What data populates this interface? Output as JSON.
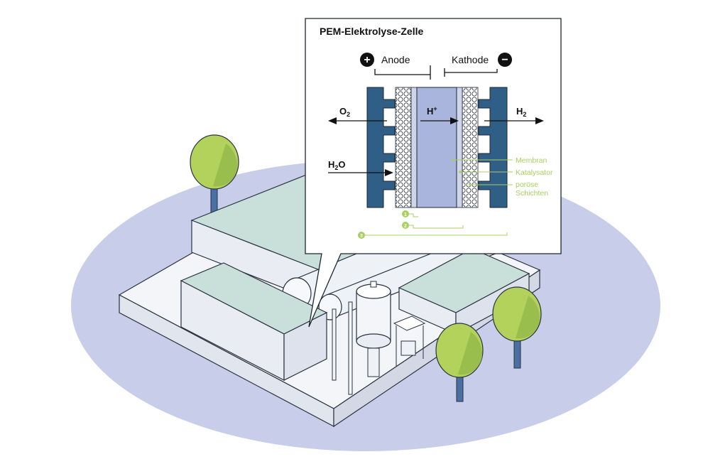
{
  "title": "PEM-Elektrolyse-Zelle",
  "electrodes": {
    "anode": {
      "sign": "+",
      "label": "Anode"
    },
    "cathode": {
      "sign": "−",
      "label": "Kathode"
    }
  },
  "species": {
    "oxygen": {
      "main": "O",
      "sub": "2"
    },
    "proton": {
      "main": "H",
      "sup": "+"
    },
    "hydrogen": {
      "main": "H",
      "sub": "2"
    },
    "water": {
      "main": "H",
      "sub": "2",
      "tail": "O"
    }
  },
  "legend": {
    "membrane": "Membran",
    "catalyst": "Katalysator",
    "porous_1": "poröse",
    "porous_2": "Schichten"
  },
  "markers": [
    "1",
    "2",
    "3"
  ],
  "colors": {
    "plate": "#2f5f86",
    "membrane": "#a9b5dc",
    "legend": "#a9cf5f",
    "ground": "#c8cdea",
    "tree": "#b2d25c",
    "building": "#e9edf3",
    "roof": "#c9dfd9"
  }
}
